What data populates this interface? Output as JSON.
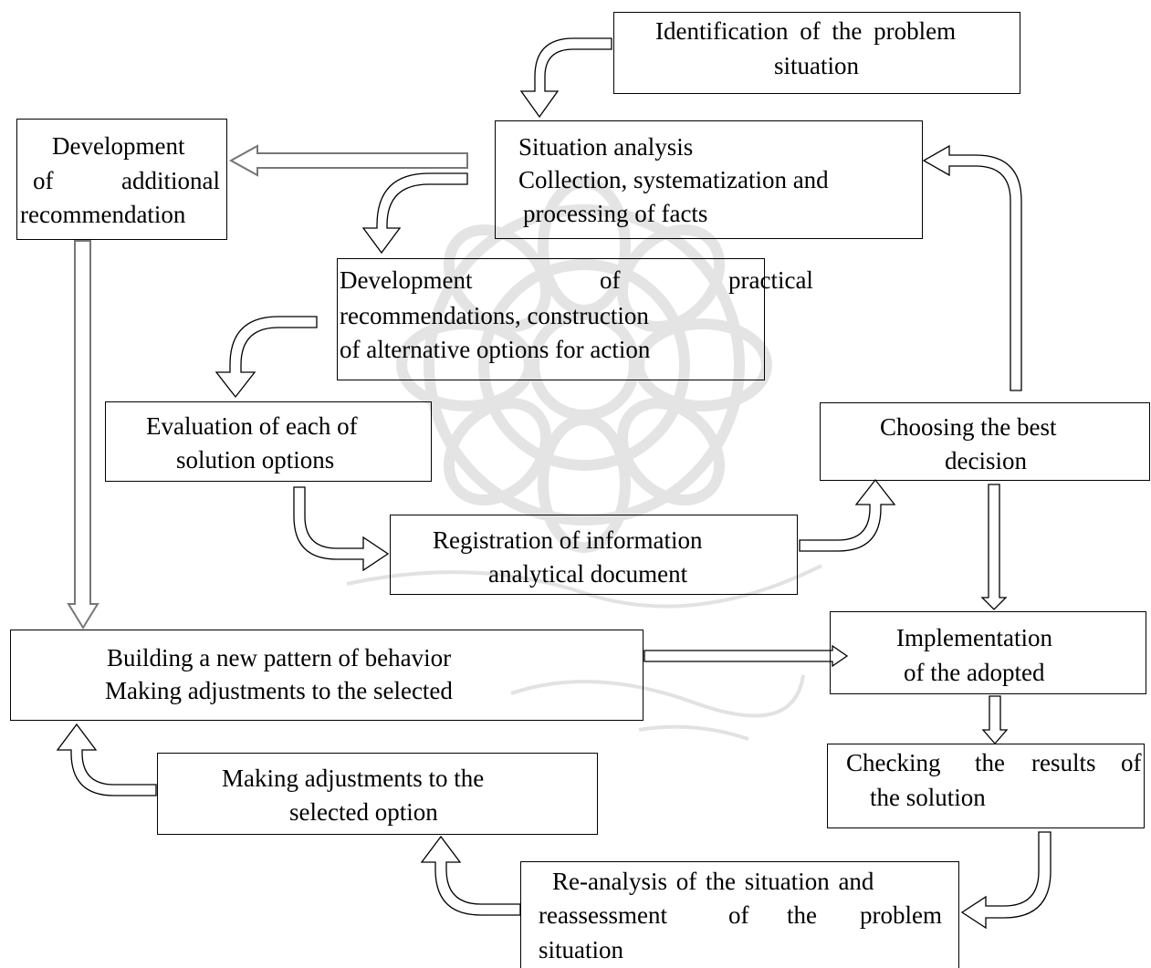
{
  "diagram": {
    "boxes": {
      "identification": {
        "line1": "Identification of the problem",
        "line2": "situation"
      },
      "situation_analysis": {
        "line1": "Situation analysis",
        "line2": "Collection, systematization and",
        "line3": "processing of facts"
      },
      "additional_recommendation": {
        "line1": "Development",
        "line2_a": "of",
        "line2_b": "additional",
        "line3": "recommendation"
      },
      "practical_recommendations": {
        "line1_a": "Development",
        "line1_b": "of",
        "line1_c": "practical",
        "line2": "recommendations, construction",
        "line3": "of alternative options for action"
      },
      "evaluation": {
        "line1": "Evaluation of each of",
        "line2": "solution options"
      },
      "choosing": {
        "line1": "Choosing the best",
        "line2": "decision"
      },
      "registration": {
        "line1": "Registration of information",
        "line2": "analytical document"
      },
      "building": {
        "line1": "Building a new pattern of behavior",
        "line2": "Making adjustments to the selected"
      },
      "implementation": {
        "line1": "Implementation",
        "line2": "of the adopted"
      },
      "checking": {
        "line1_a": "Checking",
        "line1_b": "the",
        "line1_c": "results",
        "line1_d": "of",
        "line2": "the solution"
      },
      "adjustments": {
        "line1": "Making adjustments to the",
        "line2": "selected option"
      },
      "reanalysis": {
        "line1": "Re-analysis of the situation and",
        "line2_a": "reassessment",
        "line2_b": "of",
        "line2_c": "the",
        "line2_d": "problem",
        "line3": "situation"
      }
    },
    "arrow_style": {
      "stroke": "#000000",
      "gray_stroke": "#777777",
      "watermark": "#d9d9d9"
    }
  }
}
